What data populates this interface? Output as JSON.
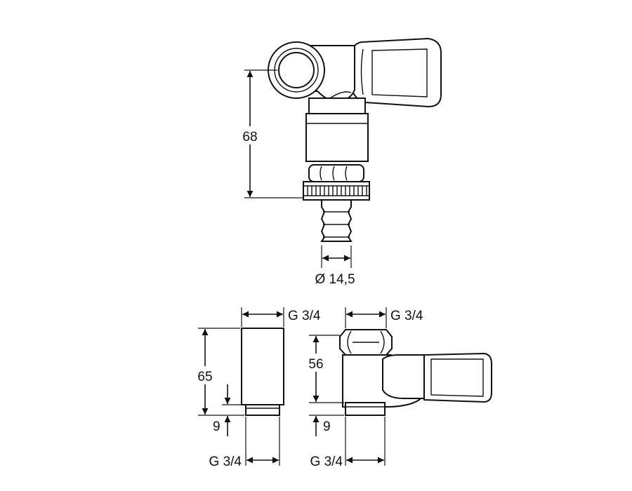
{
  "drawing": {
    "top_view": {
      "height_label": "68",
      "hose_diameter_label": "Ø 14,5"
    },
    "extension_view": {
      "top_thread_label": "G 3/4",
      "height_label": "65",
      "bottom_offset_label": "9",
      "bottom_thread_label": "G 3/4"
    },
    "side_view": {
      "top_thread_label": "G 3/4",
      "height_label": "56",
      "bottom_offset_label": "9",
      "bottom_thread_label": "G 3/4"
    }
  },
  "colors": {
    "line": "#111111",
    "fill": "#ffffff"
  }
}
